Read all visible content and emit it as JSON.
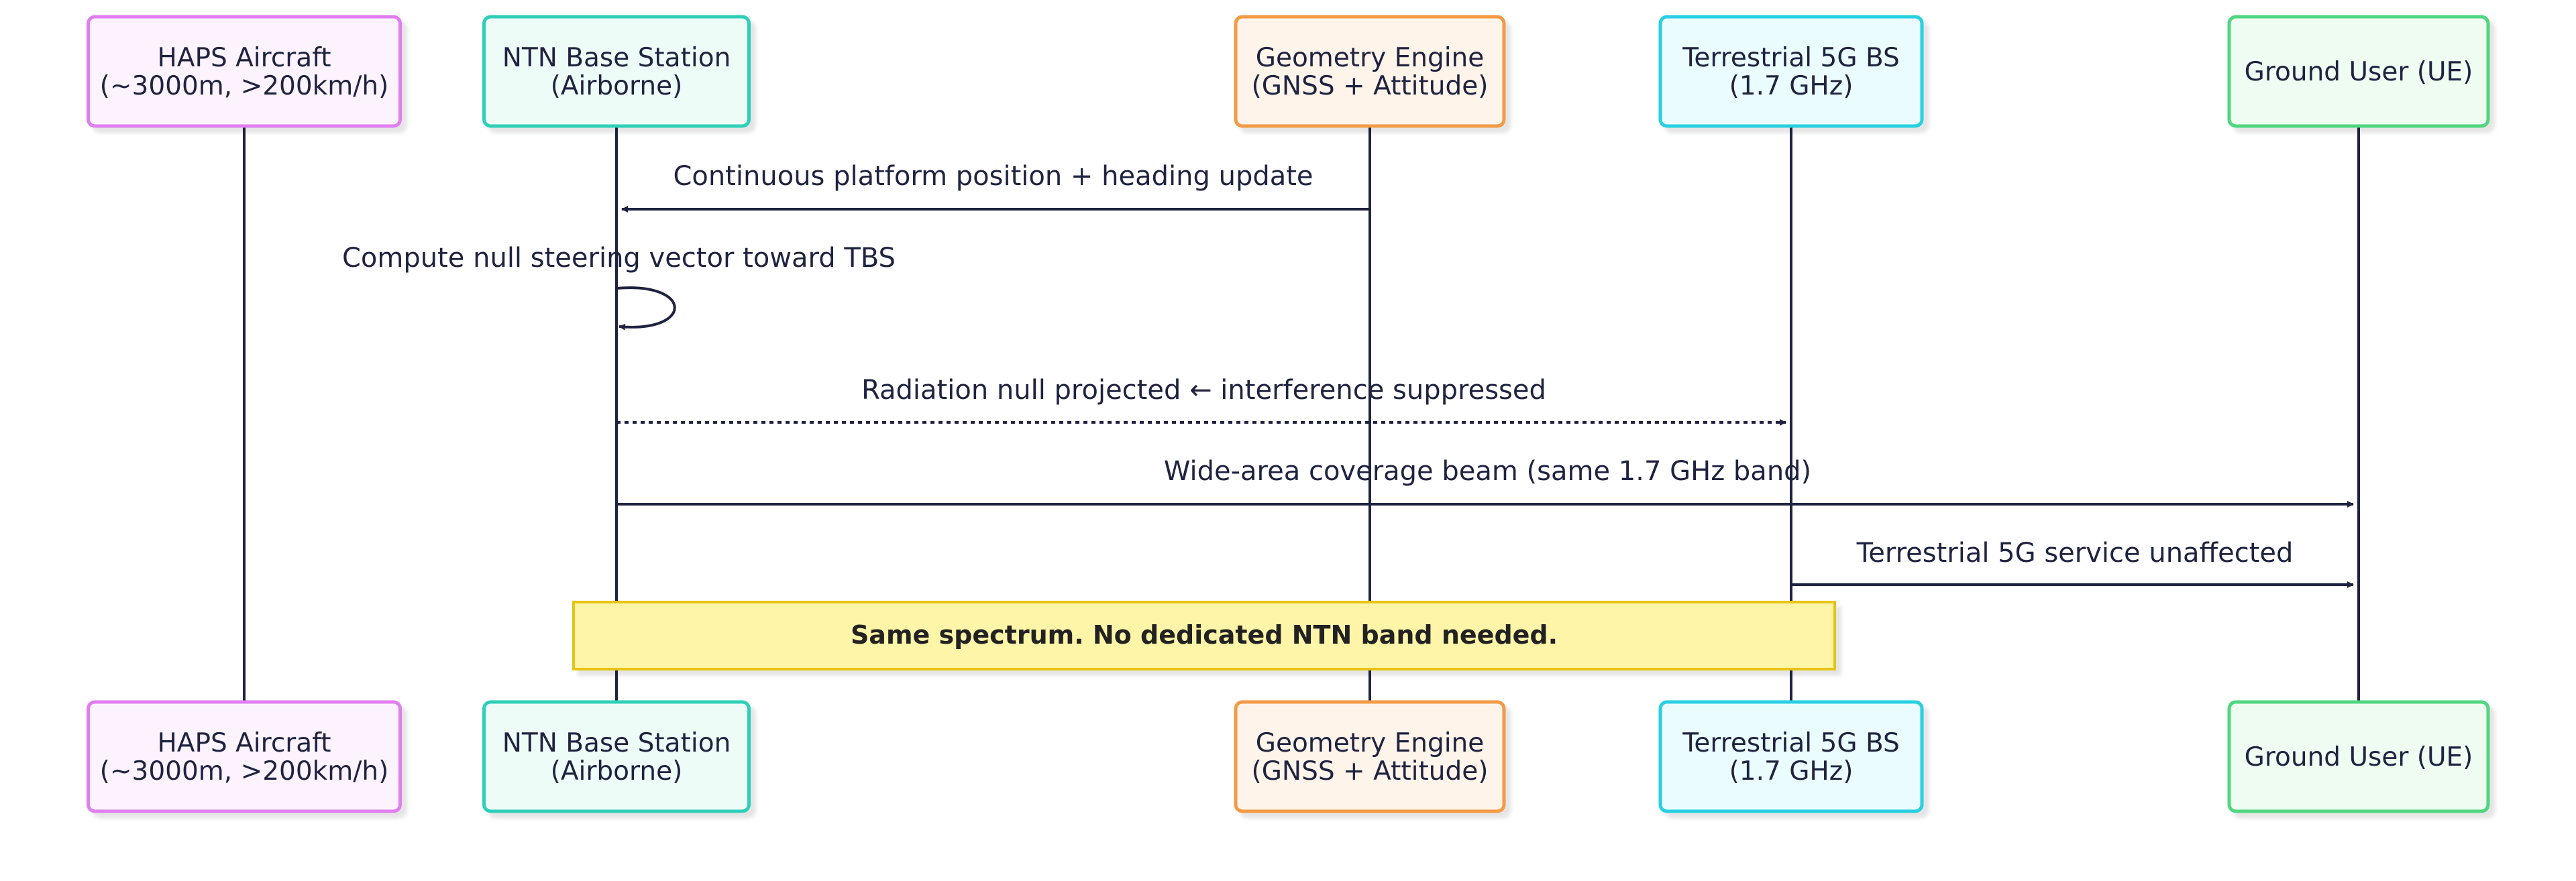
{
  "colors": {
    "line": "#1f2340",
    "note_fill": "#fff5a8",
    "note_border": "#e6c419"
  },
  "actors": [
    {
      "id": "haps",
      "line1": "HAPS Aircraft",
      "line2": "(~3000m, >200km/h)",
      "border": "#e07ef0",
      "fill": "#fdf3fe"
    },
    {
      "id": "ntn",
      "line1": "NTN Base Station",
      "line2": "(Airborne)",
      "border": "#2fcfb8",
      "fill": "#eefcf8"
    },
    {
      "id": "geo",
      "line1": "Geometry Engine",
      "line2": "(GNSS + Attitude)",
      "border": "#f39a45",
      "fill": "#fff4ea"
    },
    {
      "id": "tbs",
      "line1": "Terrestrial 5G BS",
      "line2": "(1.7 GHz)",
      "border": "#28d0e0",
      "fill": "#ebfcfe"
    },
    {
      "id": "ue",
      "line1": "Ground User (UE)",
      "line2": "",
      "border": "#4fd680",
      "fill": "#effcf2"
    }
  ],
  "messages": [
    {
      "from": "geo",
      "to": "ntn",
      "text": "Continuous platform position + heading update",
      "style": "solid"
    },
    {
      "from": "ntn",
      "to": "ntn",
      "text": "Compute null steering vector toward TBS",
      "style": "self"
    },
    {
      "from": "ntn",
      "to": "tbs",
      "text": "Radiation null projected ← interference suppressed",
      "style": "dotted"
    },
    {
      "from": "ntn",
      "to": "ue",
      "text": "Wide-area coverage beam (same 1.7 GHz band)",
      "style": "solid"
    },
    {
      "from": "tbs",
      "to": "ue",
      "text": "Terrestrial 5G service unaffected",
      "style": "solid"
    }
  ],
  "note": {
    "text": "Same spectrum. No dedicated NTN band needed.",
    "over": [
      "ntn",
      "tbs"
    ]
  }
}
